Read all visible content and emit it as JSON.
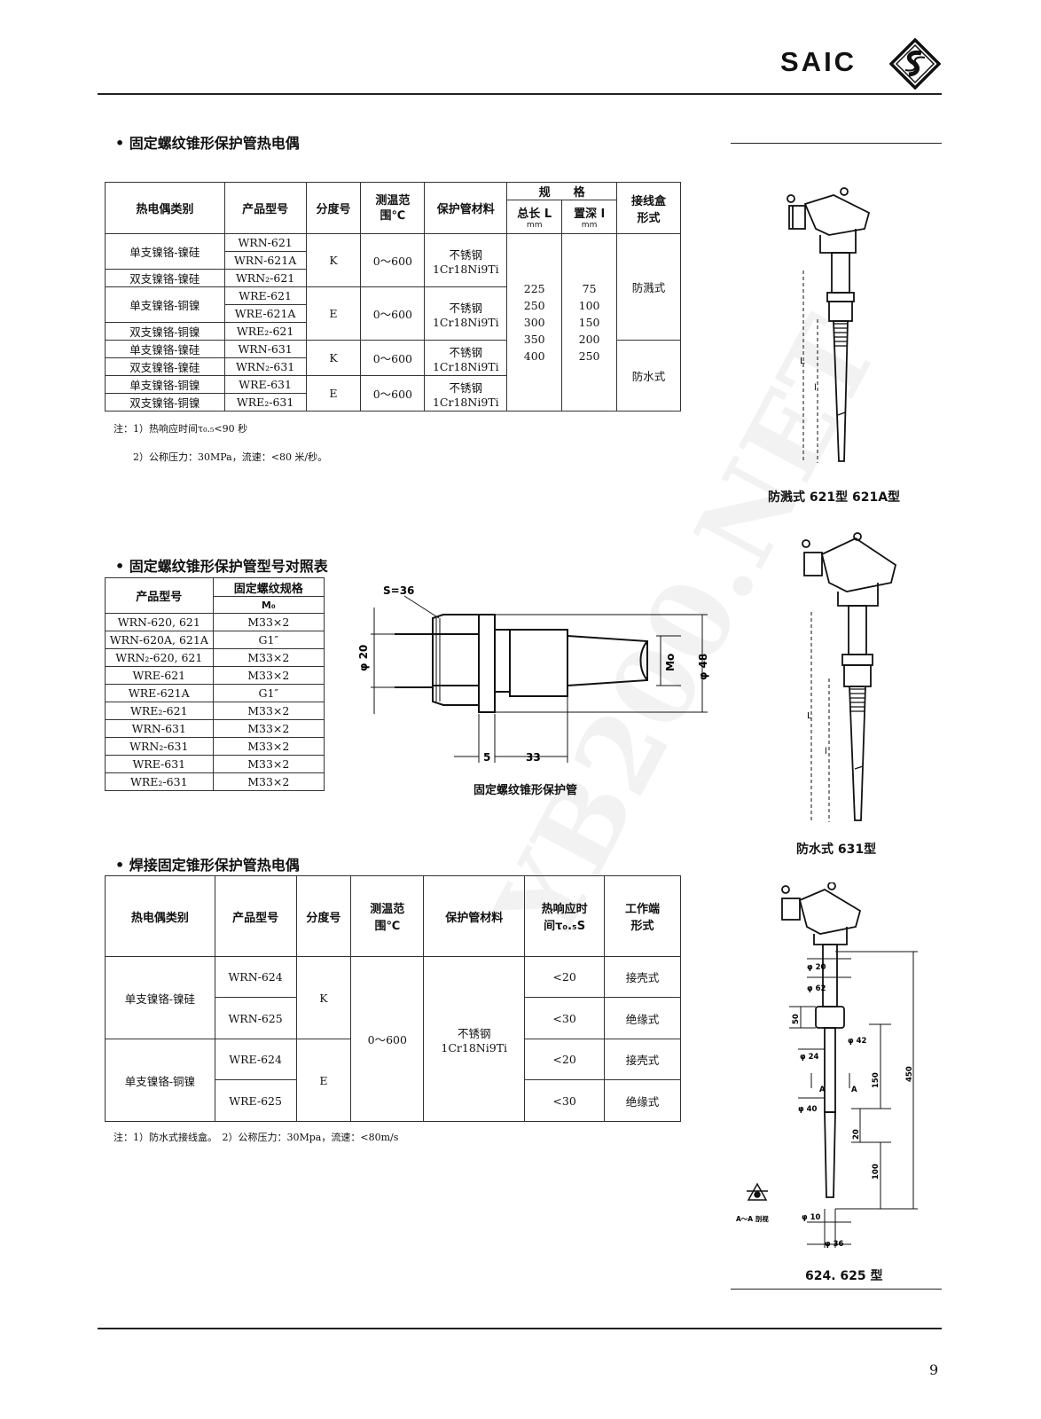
{
  "header": {
    "brand": "SAIC"
  },
  "section1": {
    "title": "• 固定螺纹锥形保护管热电偶",
    "headers": {
      "type": "热电偶类别",
      "model": "产品型号",
      "grade": "分度号",
      "range": "测温范围℃",
      "material": "保护管材料",
      "spec": "规　　格",
      "total_len": "总长 L",
      "depth": "置深 l",
      "unit_mm": "mm",
      "box": "接线盒形式"
    },
    "rows": {
      "r1_type": "单支镍铬-镍硅",
      "r1_m1": "WRN-621",
      "r1_m2": "WRN-621A",
      "r2_type": "双支镍铬-镍硅",
      "r2_m": "WRN₂-621",
      "g1": "K",
      "g1_range": "0～600",
      "g1_mat1": "不锈钢",
      "g1_mat2": "1Cr18Ni9Ti",
      "r3_type": "单支镍铬-铜镍",
      "r3_m1": "WRE-621",
      "r3_m2": "WRE-621A",
      "r4_type": "双支镍铬-铜镍",
      "r4_m": "WRE₂-621",
      "g2": "E",
      "g2_range": "0～600",
      "g2_mat1": "不锈钢",
      "g2_mat2": "1Cr18Ni9Ti",
      "r5_type": "单支镍铬-镍硅",
      "r5_m": "WRN-631",
      "r6_type": "双支镍铬-镍硅",
      "r6_m": "WRN₂-631",
      "g3": "K",
      "g3_range": "0～600",
      "g3_mat1": "不锈钢",
      "g3_mat2": "1Cr18Ni9Ti",
      "r7_type": "单支镍铬-铜镍",
      "r7_m": "WRE-631",
      "r8_type": "双支镍铬-铜镍",
      "r8_m": "WRE₂-631",
      "g4": "E",
      "g4_range": "0～600",
      "g4_mat1": "不锈钢",
      "g4_mat2": "1Cr18Ni9Ti",
      "L1": "225",
      "L2": "250",
      "L3": "300",
      "L4": "350",
      "L5": "400",
      "d1": "75",
      "d2": "100",
      "d3": "150",
      "d4": "200",
      "d5": "250",
      "box1": "防溅式",
      "box2": "防水式"
    },
    "note1": "注：1）热响应时间τ₀.₅<90 秒",
    "note2": "2）公称压力：30MPa，流速：<80 米/秒。"
  },
  "section2": {
    "title": "• 固定螺纹锥形保护管型号对照表",
    "h_model": "产品型号",
    "h_thread": "固定螺纹规格",
    "h_m0": "M₀",
    "rows": [
      {
        "model": "WRN-620, 621",
        "thread": "M33×2"
      },
      {
        "model": "WRN-620A, 621A",
        "thread": "G1″"
      },
      {
        "model": "WRN₂-620, 621",
        "thread": "M33×2"
      },
      {
        "model": "WRE-621",
        "thread": "M33×2"
      },
      {
        "model": "WRE-621A",
        "thread": "G1″"
      },
      {
        "model": "WRE₂-621",
        "thread": "M33×2"
      },
      {
        "model": "WRN-631",
        "thread": "M33×2"
      },
      {
        "model": "WRN₂-631",
        "thread": "M33×2"
      },
      {
        "model": "WRE-631",
        "thread": "M33×2"
      },
      {
        "model": "WRE₂-631",
        "thread": "M33×2"
      }
    ],
    "drawing": {
      "s": "S=36",
      "d20": "φ 20",
      "m0": "Mo",
      "d48": "φ 48",
      "five": "5",
      "t33": "33",
      "caption": "固定螺纹锥形保护管"
    }
  },
  "section3": {
    "title": "• 焊接固定锥形保护管热电偶",
    "headers": {
      "type": "热电偶类别",
      "model": "产品型号",
      "grade": "分度号",
      "range": "测温范围℃",
      "material": "保护管材料",
      "resp": "热响应时间τ₀.₅S",
      "end": "工作端形式"
    },
    "t1": "单支镍铬-镍硅",
    "t2": "单支镍铬-铜镍",
    "m1": "WRN-624",
    "m2": "WRN-625",
    "m3": "WRE-624",
    "m4": "WRE-625",
    "gk": "K",
    "ge": "E",
    "range": "0～600",
    "mat1": "不锈钢",
    "mat2": "1Cr18Ni9Ti",
    "r1": "<20",
    "r2": "<30",
    "r3": "<20",
    "r4": "<30",
    "e1": "接壳式",
    "e2": "绝缘式",
    "e3": "接壳式",
    "e4": "绝缘式",
    "note": "注：1）防水式接线盒。　2）公称压力：30Mpa，流速：<80m/s"
  },
  "figures": {
    "cap1": "防溅式 621型 621A型",
    "cap2": "防水式 631型",
    "cap3": "624. 625 型",
    "fig1_L": "L",
    "fig1_l": "l",
    "fig2_L": "L",
    "fig2_l": "l",
    "dims": {
      "d20": "φ 20",
      "d62": "φ 62",
      "d50": "50",
      "d42": "φ 42",
      "d24": "φ 24",
      "d150": "150",
      "d450": "450",
      "d40": "φ 40",
      "d20b": "20",
      "d100": "100",
      "d10": "φ 10",
      "d36": "φ 36",
      "a": "A",
      "aa": "A～A 剖视"
    }
  },
  "page_number": "9",
  "watermark": "YB200.NET"
}
